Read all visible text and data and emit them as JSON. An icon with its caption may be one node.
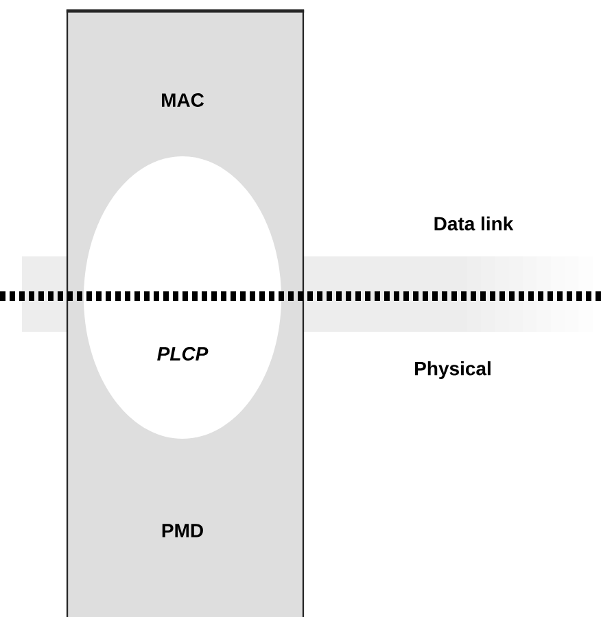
{
  "diagram": {
    "nodes": [
      {
        "text": [
          "MAC",
          "PMD"
        ]
      },
      {
        "text": [
          "PLCP"
        ],
        "in": 0
      }
    ],
    "labels": [
      "Data link",
      "Physical"
    ]
  }
}
